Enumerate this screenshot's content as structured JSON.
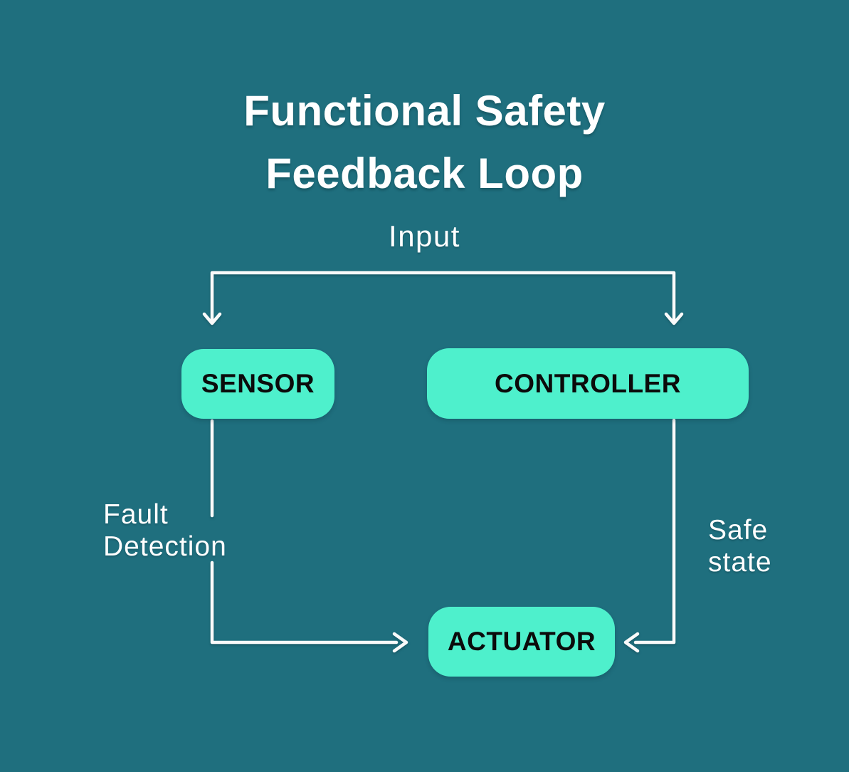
{
  "colors": {
    "background": "#1F6F7E",
    "node_fill": "#4EF0CC",
    "node_text": "#0B0B0B",
    "line": "#FAFAFA",
    "label_text": "#FFFFFF"
  },
  "title": {
    "line1": "Functional Safety",
    "line2": "Feedback Loop"
  },
  "labels": {
    "input": "Input",
    "fault_detection": "Fault Detection",
    "safe_state": "Safe state"
  },
  "nodes": [
    {
      "id": "sensor",
      "label": "SENSOR"
    },
    {
      "id": "controller",
      "label": "CONTROLLER"
    },
    {
      "id": "actuator",
      "label": "ACTUATOR"
    }
  ],
  "edges": [
    {
      "from": "input",
      "to": "sensor",
      "label": "Input"
    },
    {
      "from": "input",
      "to": "controller",
      "label": "Input"
    },
    {
      "from": "sensor",
      "to": "actuator",
      "label": "Fault Detection"
    },
    {
      "from": "controller",
      "to": "actuator",
      "label": "Safe state"
    }
  ]
}
